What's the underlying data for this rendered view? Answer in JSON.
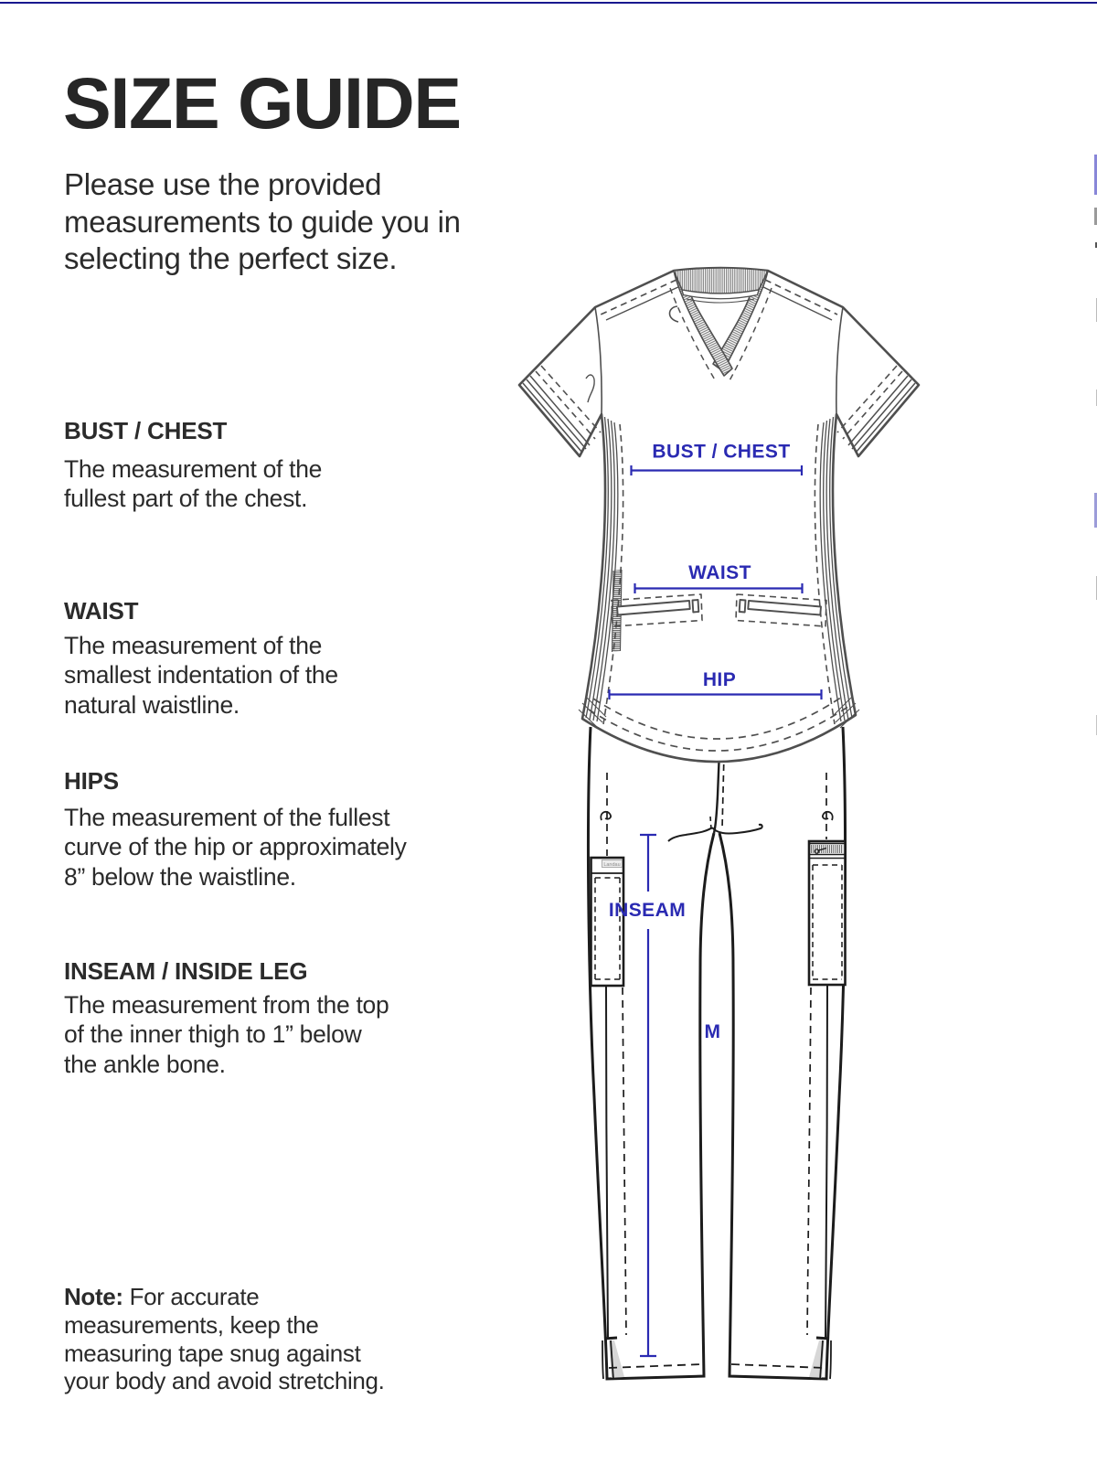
{
  "title": "SIZE GUIDE",
  "intro": {
    "lines": [
      "Please use the provided",
      "measurements to guide you in",
      "selecting the perfect size."
    ]
  },
  "sections": [
    {
      "heading": "BUST / CHEST",
      "lines": [
        "The measurement of the",
        "fullest part of the chest.",
        ""
      ]
    },
    {
      "heading": "WAIST",
      "lines": [
        "The measurement of the",
        "smallest indentation of the",
        "natural waistline."
      ]
    },
    {
      "heading": "HIPS",
      "lines": [
        "The measurement of the fullest",
        "curve of the hip or approximately",
        "8” below the waistline."
      ]
    },
    {
      "heading": "INSEAM / INSIDE LEG",
      "lines": [
        "The measurement from the top",
        "of the inner thigh to 1” below",
        "the ankle bone."
      ]
    }
  ],
  "note": {
    "label": "Note:",
    "lines": [
      "For accurate",
      "measurements, keep the",
      "measuring tape snug against",
      "your body and avoid stretching."
    ]
  },
  "figure": {
    "labels": {
      "bust": "BUST / CHEST",
      "waist": "WAIST",
      "hip": "HIP",
      "inseam": "INSEAM",
      "size": "M",
      "brand": "Landau"
    },
    "colors": {
      "annotation_blue": "#2a2ab2",
      "sketch_gray": "#4f4f4f",
      "pants_black": "#1c1c1c",
      "top_border_navy": "#1b1b9e"
    }
  }
}
